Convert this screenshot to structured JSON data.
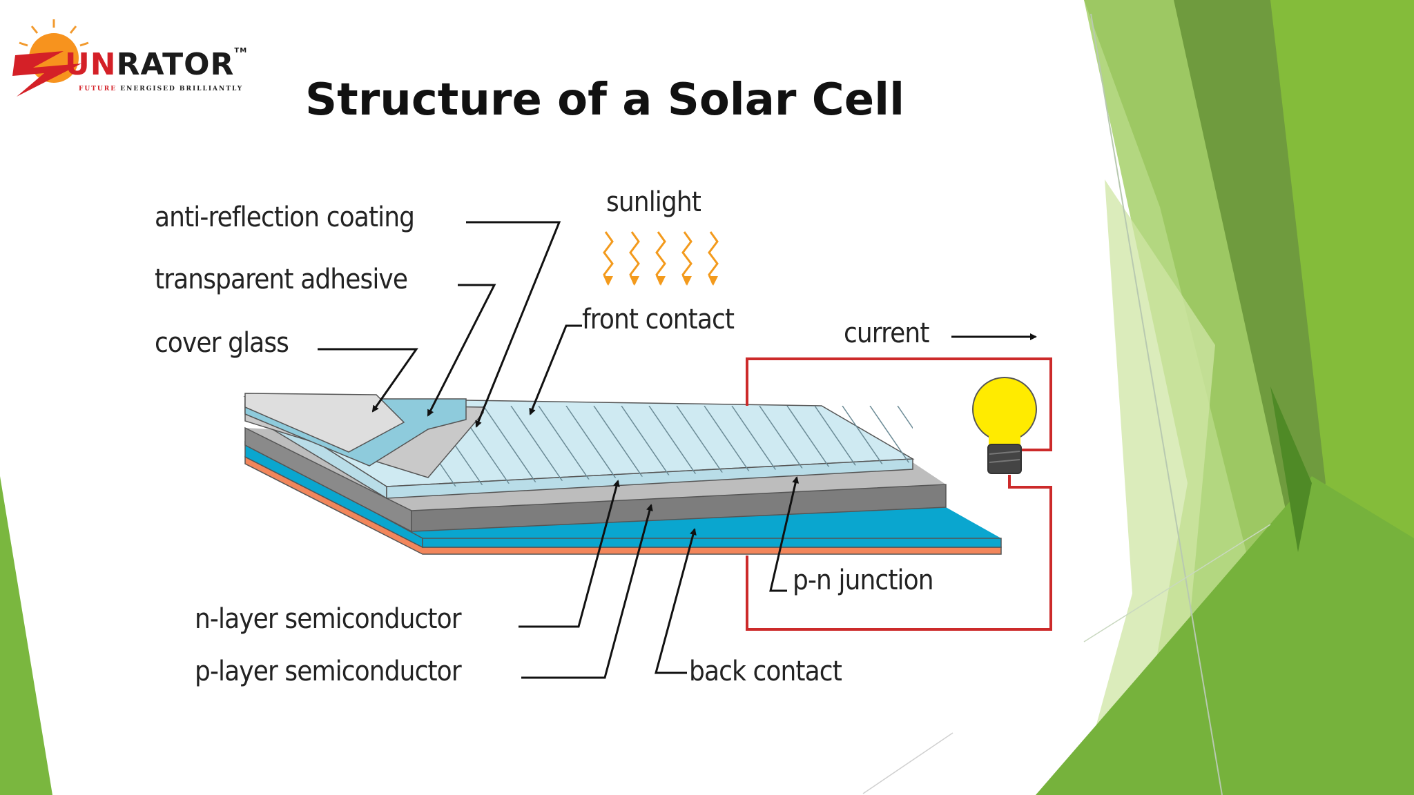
{
  "slide": {
    "title": "Structure of a Solar Cell"
  },
  "logo": {
    "brand_prefix": "S",
    "brand_accent": "UN",
    "brand_rest": "RATOR",
    "trademark": "TM",
    "tagline_accent": "FUTURE",
    "tagline_rest": "ENERGISED BRILLIANTLY"
  },
  "diagram": {
    "labels": {
      "anti_reflection_coating": "anti-reflection coating",
      "transparent_adhesive": "transparent adhesive",
      "cover_glass": "cover glass",
      "sunlight": "sunlight",
      "front_contact": "front contact",
      "current": "current",
      "n_layer": "n-layer semiconductor",
      "p_layer": "p-layer semiconductor",
      "back_contact": "back contact",
      "pn_junction": "p-n junction"
    },
    "colors": {
      "glass": "#dedede",
      "adhesive": "#8ecbdc",
      "front_contact": "#cfeaf2",
      "n_layer": "#7d7d7d",
      "p_layer": "#0aa6cf",
      "back_contact": "#f2865b",
      "circuit": "#cc2a2a",
      "sunlight": "#f39a1c",
      "bulb": "#ffeb00",
      "background_accent": "#7ab73f"
    }
  }
}
